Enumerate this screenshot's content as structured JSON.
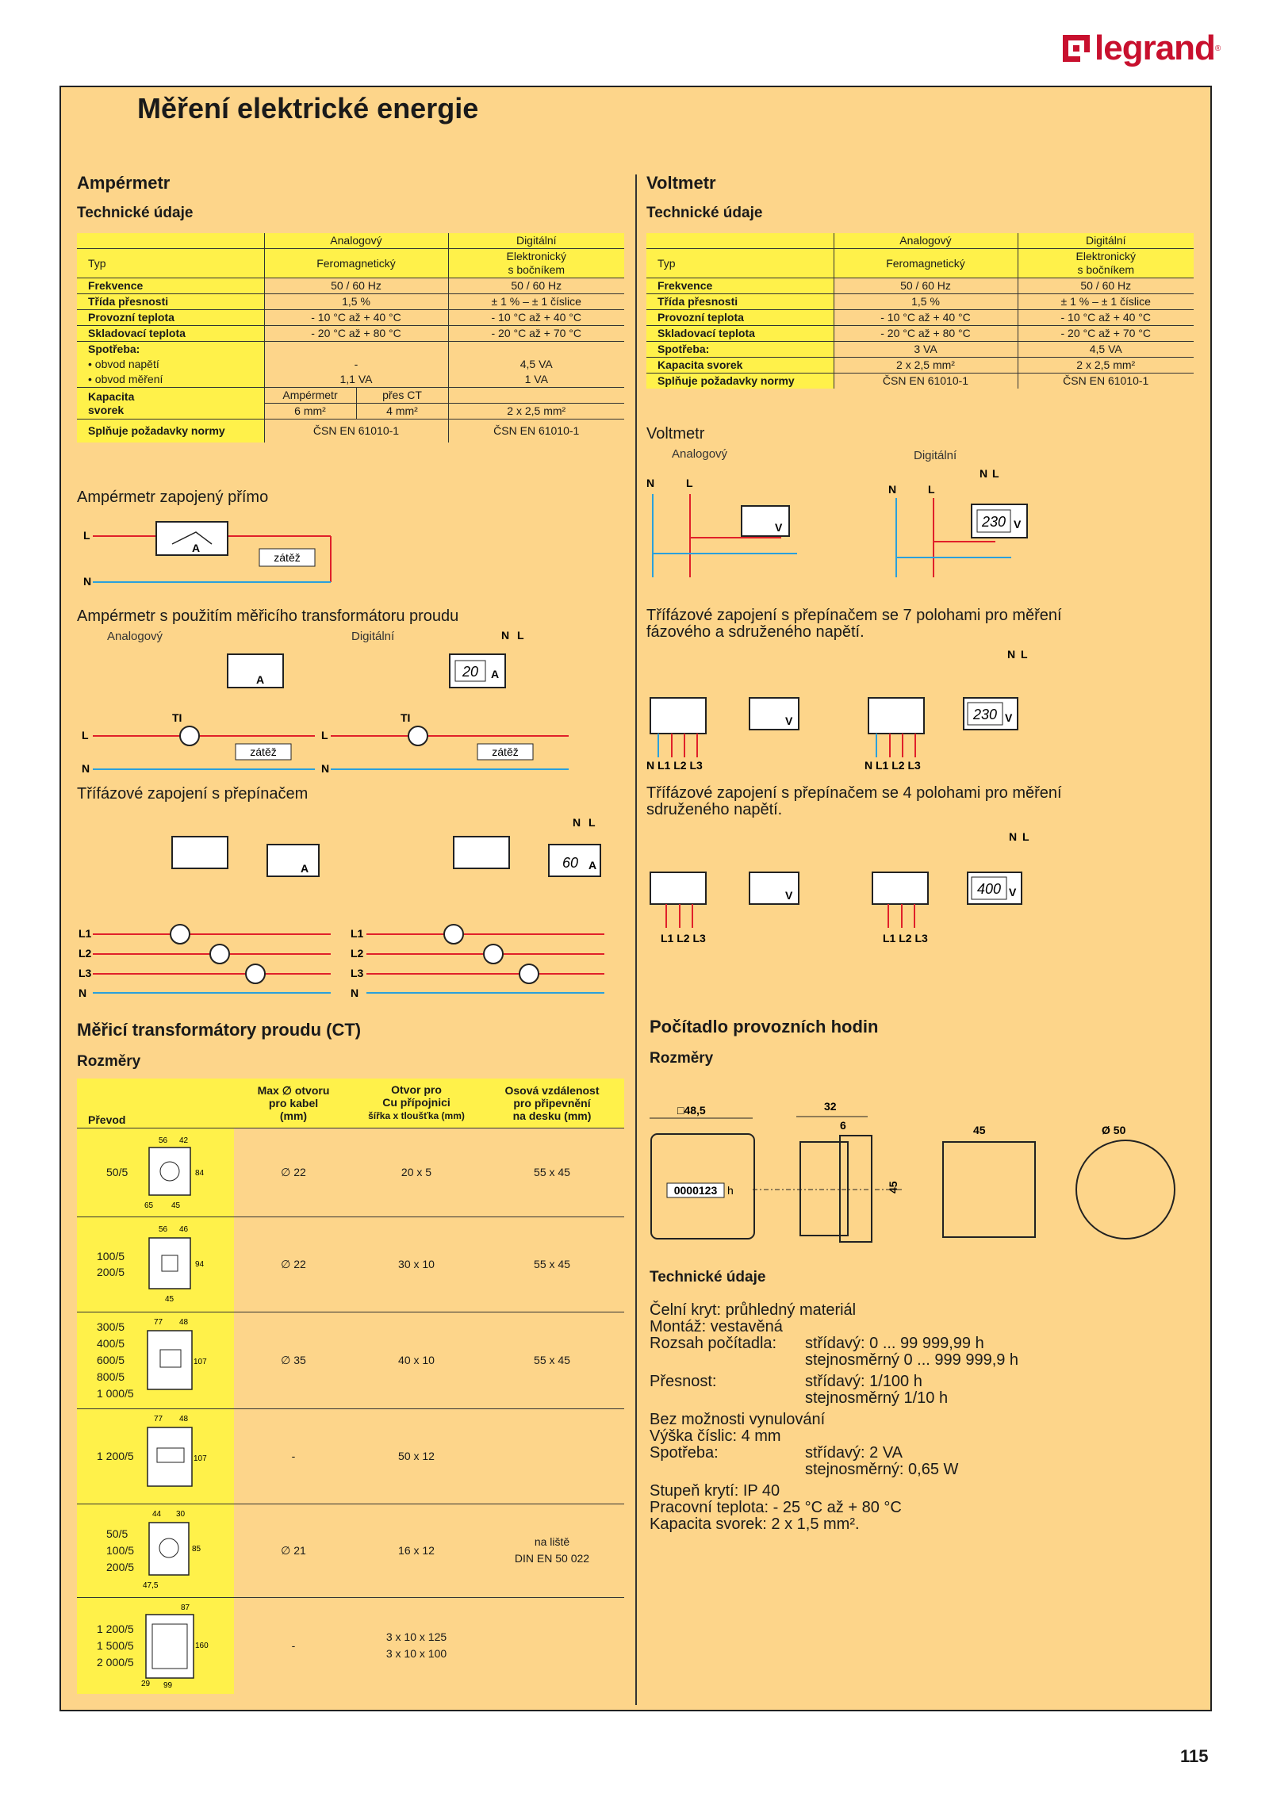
{
  "brand": {
    "logo_text": "legrand",
    "reg": "®"
  },
  "page_number": "115",
  "title": "Měření elektrické energie",
  "ammeter": {
    "heading": "Ampérmetr",
    "tech_heading": "Technické údaje",
    "table": {
      "col_analog": "Analogový",
      "col_digital": "Digitální",
      "typ_label": "Typ",
      "typ_analog": "Feromagnetický",
      "typ_digital_1": "Elektronický",
      "typ_digital_2": "s bočníkem",
      "rows": [
        {
          "label": "Frekvence",
          "a": "50 / 60 Hz",
          "d": "50 / 60 Hz"
        },
        {
          "label": "Třída přesnosti",
          "a": "1,5 %",
          "d": "± 1 % – ± 1 číslice"
        },
        {
          "label": "Provozní teplota",
          "a": "- 10 °C až + 40 °C",
          "d": "- 10 °C až + 40 °C"
        },
        {
          "label": "Skladovací teplota",
          "a": "- 20 °C až + 80 °C",
          "d": "- 20 °C až + 70 °C"
        }
      ],
      "spotreba_label": "Spotřeba:",
      "spotreba_nap_label": "• obvod napětí",
      "spotreba_mer_label": "• obvod měření",
      "spotreba_nap_a": "-",
      "spotreba_nap_d": "4,5 VA",
      "spotreba_mer_a": "1,1 VA",
      "spotreba_mer_d": "1 VA",
      "kapacita_label_1": "Kapacita",
      "kapacita_label_2": "svorek",
      "kap_sub_a1": "Ampérmetr",
      "kap_sub_a2": "přes CT",
      "kap_a1": "6 mm²",
      "kap_a2": "4 mm²",
      "kap_d": "2 x 2,5 mm²",
      "norm_label": "Splňuje požadavky normy",
      "norm_a": "ČSN EN 61010-1",
      "norm_d": "ČSN EN 61010-1"
    },
    "direct_caption": "Ampérmetr zapojený přímo",
    "ct_caption": "Ampérmetr s použitím měřicího transformátoru proudu",
    "analog": "Analogový",
    "digital": "Digitální",
    "three_caption": "Třífázové zapojení s  přepínačem",
    "zatez": "zátěž",
    "ti": "TI",
    "display_20": "20",
    "display_60": "60",
    "unit_a": "A"
  },
  "voltmeter": {
    "heading": "Voltmetr",
    "tech_heading": "Technické údaje",
    "table": {
      "col_analog": "Analogový",
      "col_digital": "Digitální",
      "typ_label": "Typ",
      "typ_analog": "Feromagnetický",
      "typ_digital_1": "Elektronický",
      "typ_digital_2": "s bočníkem",
      "rows": [
        {
          "label": "Frekvence",
          "a": "50 / 60 Hz",
          "d": "50 / 60 Hz"
        },
        {
          "label": "Třída přesnosti",
          "a": "1,5 %",
          "d": "± 1 % – ± 1 číslice"
        },
        {
          "label": "Provozní teplota",
          "a": "- 10 °C až + 40 °C",
          "d": "- 10 °C až + 40 °C"
        },
        {
          "label": "Skladovací teplota",
          "a": "- 20 °C až + 80 °C",
          "d": "- 20 °C až + 70 °C"
        },
        {
          "label": "Spotřeba:",
          "a": "3 VA",
          "d": "4,5 VA"
        },
        {
          "label": "Kapacita svorek",
          "a": "2 x 2,5 mm²",
          "d": "2 x 2,5 mm²"
        },
        {
          "label": "Splňuje požadavky normy",
          "a": "ČSN EN 61010-1",
          "d": "ČSN EN 61010-1"
        }
      ]
    },
    "diag_caption": "Voltmetr",
    "analog": "Analogový",
    "digital": "Digitální",
    "seven_caption_1": "Třífázové zapojení s přepínačem se 7 polohami pro měření",
    "seven_caption_2": "fázového a sdruženého napětí.",
    "four_caption_1": "Třífázové zapojení s přepínačem se 4 polohami pro měření",
    "four_caption_2": "sdruženého napětí.",
    "display_230": "230",
    "display_400": "400",
    "unit_v": "V",
    "phases_4": "N L1 L2 L3",
    "phases_3": "L1 L2 L3"
  },
  "wires": {
    "N": "N",
    "L": "L",
    "L1": "L1",
    "L2": "L2",
    "L3": "L3"
  },
  "ct_section": {
    "heading": "Měřicí transformátory proudu (CT)",
    "dims_heading": "Rozměry",
    "col_prevod": "Převod",
    "col_max_1": "Max ∅ otvoru",
    "col_max_2": "pro kabel",
    "col_max_3": "(mm)",
    "col_otvor_1": "Otvor pro",
    "col_otvor_2": "Cu přípojnici",
    "col_otvor_3": "šířka x tloušťka (mm)",
    "col_osova_1": "Osová vzdálenost",
    "col_osova_2": "pro připevnění",
    "col_osova_3": "na desku (mm)",
    "rows": [
      {
        "prevod": [
          "50/5"
        ],
        "max": "∅ 22",
        "otvor": [
          "20 x 5"
        ],
        "osova": [
          "55 x 45"
        ],
        "dims": [
          "56",
          "42",
          "84",
          "65",
          "45"
        ]
      },
      {
        "prevod": [
          "100/5",
          "200/5"
        ],
        "max": "∅ 22",
        "otvor": [
          "30 x 10"
        ],
        "osova": [
          "55 x 45"
        ],
        "dims": [
          "56",
          "46",
          "94",
          "45"
        ]
      },
      {
        "prevod": [
          "300/5",
          "400/5",
          "600/5",
          "800/5",
          "1 000/5"
        ],
        "max": "∅ 35",
        "otvor": [
          "40 x 10"
        ],
        "osova": [
          "55 x 45"
        ],
        "dims": [
          "77",
          "48",
          "107"
        ]
      },
      {
        "prevod": [
          "1 200/5"
        ],
        "max": "-",
        "otvor": [
          "50 x 12"
        ],
        "osova": [
          ""
        ],
        "dims": [
          "77",
          "48",
          "107"
        ]
      },
      {
        "prevod": [
          "50/5",
          "100/5",
          "200/5"
        ],
        "max": "∅ 21",
        "otvor": [
          "16 x 12"
        ],
        "osova": [
          "na liště",
          "DIN EN 50 022"
        ],
        "dims": [
          "44",
          "30",
          "85",
          "47,5"
        ]
      },
      {
        "prevod": [
          "1 200/5",
          "1 500/5",
          "2 000/5"
        ],
        "max": "-",
        "otvor": [
          "3 x 10 x 125",
          "3 x 10 x 100"
        ],
        "osova": [
          ""
        ],
        "dims": [
          "87",
          "160",
          "99",
          "29"
        ]
      }
    ]
  },
  "hours": {
    "heading": "Počítadlo provozních hodin",
    "dims_heading": "Rozměry",
    "dim_48": "□48,5",
    "dim_32": "32",
    "dim_6": "6",
    "dim_45": "45",
    "dim_45b": "45",
    "dim_50": "Ø 50",
    "counter": "0000123",
    "counter_unit": "h",
    "tech_heading": "Technické údaje",
    "lines": [
      {
        "k": "Čelní kryt: průhledný materiál",
        "v": ""
      },
      {
        "k": "Montáž: vestavěná",
        "v": ""
      },
      {
        "k": "Rozsah počítadla:",
        "v": "střídavý: 0 ... 99 999,99 h"
      },
      {
        "k": "",
        "v": "stejnosměrný 0 ... 999 999,9 h"
      },
      {
        "k": "Přesnost:",
        "v": "střídavý: 1/100 h"
      },
      {
        "k": "",
        "v": "stejnosměrný 1/10 h"
      },
      {
        "k": "Bez možnosti vynulování",
        "v": ""
      },
      {
        "k": "Výška číslic: 4 mm",
        "v": ""
      },
      {
        "k": "Spotřeba:",
        "v": "střídavý: 2 VA"
      },
      {
        "k": "",
        "v": "stejnosměrný: 0,65 W"
      },
      {
        "k": "Stupeň krytí: IP 40",
        "v": ""
      },
      {
        "k": "Pracovní teplota: - 25 °C až + 80 °C",
        "v": ""
      },
      {
        "k": "Kapacita svorek: 2 x 1,5 mm².",
        "v": ""
      }
    ]
  },
  "colors": {
    "background": "#fdd58a",
    "table_label": "#fff14a",
    "phase": "#e0202a",
    "neutral": "#2aa0dc",
    "brand": "#c8102e"
  }
}
